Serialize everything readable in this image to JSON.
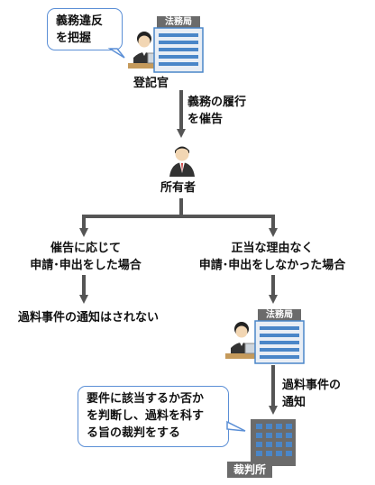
{
  "top": {
    "bubble_lines": [
      "義務違反",
      "を把握"
    ],
    "office_sign": "法務局",
    "officer_label": "登記官"
  },
  "step1": {
    "action_lines": [
      "義務の履行",
      "を催告"
    ]
  },
  "owner": {
    "label": "所有者"
  },
  "left_branch": {
    "condition_lines": [
      "催告に応じて",
      "申請･申出をした場合"
    ],
    "result": "過料事件の通知はされない"
  },
  "right_branch": {
    "condition_lines": [
      "正当な理由なく",
      "申請･申出をしなかった場合"
    ],
    "office_sign": "法務局",
    "notice_lines": [
      "過料事件の",
      "通知"
    ],
    "court_bubble_lines": [
      "要件に該当するか否か",
      "を判断し、過料を科す",
      "る旨の裁判をする"
    ],
    "court_label": "裁判所"
  },
  "colors": {
    "arrow": "#555555",
    "bubble_border": "#5b8fd6",
    "building_blue": "#4a86c8",
    "building_gray": "#6b6b6b"
  }
}
